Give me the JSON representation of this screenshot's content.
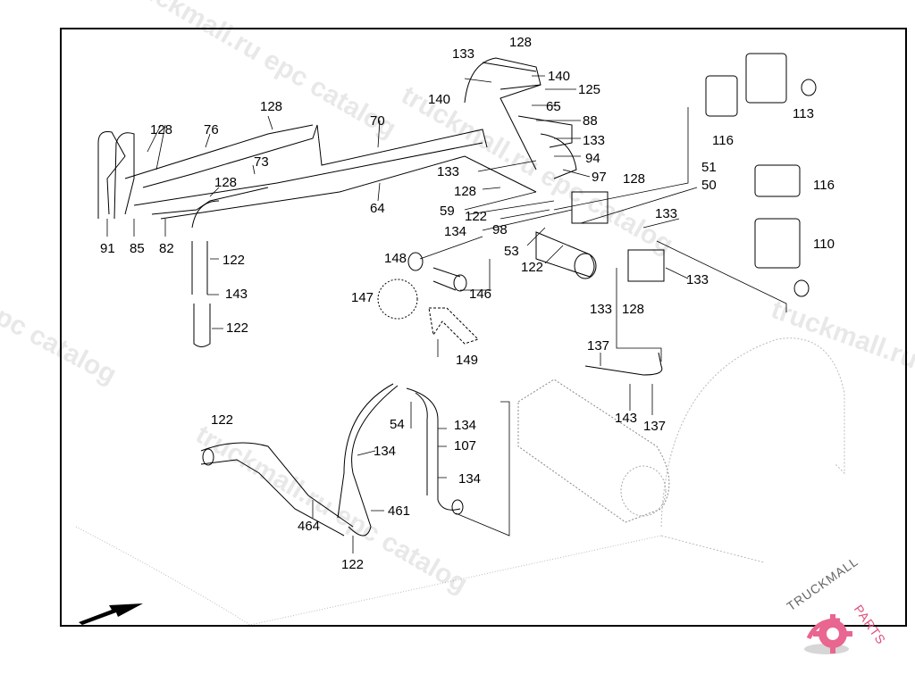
{
  "diagram": {
    "title": "Heater coolant lines and auxiliary heater parts diagram",
    "watermarks": [
      "truckmall.ru epc catalog",
      "epc catalog",
      "truckmall.ru epc catalog",
      "truckmall.ru",
      "truckmall.ru epc catalog"
    ],
    "brand": {
      "name": "TRUCKMALLPARTS",
      "part1": "TRUCKMALL",
      "part2": "PARTS",
      "accent_color": "#e0507a"
    },
    "labels": [
      {
        "id": "l1",
        "text": "133"
      },
      {
        "id": "l2",
        "text": "128"
      },
      {
        "id": "l3",
        "text": "140"
      },
      {
        "id": "l4",
        "text": "125"
      },
      {
        "id": "l5",
        "text": "140"
      },
      {
        "id": "l6",
        "text": "65"
      },
      {
        "id": "l7",
        "text": "88"
      },
      {
        "id": "l8",
        "text": "133"
      },
      {
        "id": "l9",
        "text": "94"
      },
      {
        "id": "l10",
        "text": "97"
      },
      {
        "id": "l11",
        "text": "128"
      },
      {
        "id": "l12",
        "text": "133"
      },
      {
        "id": "l13",
        "text": "128"
      },
      {
        "id": "l14",
        "text": "59"
      },
      {
        "id": "l15",
        "text": "122"
      },
      {
        "id": "l16",
        "text": "134"
      },
      {
        "id": "l17",
        "text": "98"
      },
      {
        "id": "l18",
        "text": "53"
      },
      {
        "id": "l19",
        "text": "122"
      },
      {
        "id": "l20",
        "text": "70"
      },
      {
        "id": "l21",
        "text": "64"
      },
      {
        "id": "l22",
        "text": "128"
      },
      {
        "id": "l23",
        "text": "76"
      },
      {
        "id": "l24",
        "text": "128"
      },
      {
        "id": "l25",
        "text": "73"
      },
      {
        "id": "l26",
        "text": "128"
      },
      {
        "id": "l27",
        "text": "91"
      },
      {
        "id": "l28",
        "text": "85"
      },
      {
        "id": "l29",
        "text": "82"
      },
      {
        "id": "l30",
        "text": "122"
      },
      {
        "id": "l31",
        "text": "143"
      },
      {
        "id": "l32",
        "text": "122"
      },
      {
        "id": "l33",
        "text": "148"
      },
      {
        "id": "l34",
        "text": "147"
      },
      {
        "id": "l35",
        "text": "146"
      },
      {
        "id": "l36",
        "text": "149"
      },
      {
        "id": "l37",
        "text": "116"
      },
      {
        "id": "l38",
        "text": "113"
      },
      {
        "id": "l39",
        "text": "51"
      },
      {
        "id": "l40",
        "text": "50"
      },
      {
        "id": "l41",
        "text": "116"
      },
      {
        "id": "l42",
        "text": "133"
      },
      {
        "id": "l43",
        "text": "110"
      },
      {
        "id": "l44",
        "text": "133"
      },
      {
        "id": "l45",
        "text": "133"
      },
      {
        "id": "l46",
        "text": "128"
      },
      {
        "id": "l47",
        "text": "137"
      },
      {
        "id": "l48",
        "text": "143"
      },
      {
        "id": "l49",
        "text": "137"
      },
      {
        "id": "l50",
        "text": "122"
      },
      {
        "id": "l51",
        "text": "54"
      },
      {
        "id": "l52",
        "text": "134"
      },
      {
        "id": "l53",
        "text": "107"
      },
      {
        "id": "l54",
        "text": "134"
      },
      {
        "id": "l55",
        "text": "134"
      },
      {
        "id": "l56",
        "text": "461"
      },
      {
        "id": "l57",
        "text": "464"
      },
      {
        "id": "l58",
        "text": "122"
      }
    ]
  }
}
